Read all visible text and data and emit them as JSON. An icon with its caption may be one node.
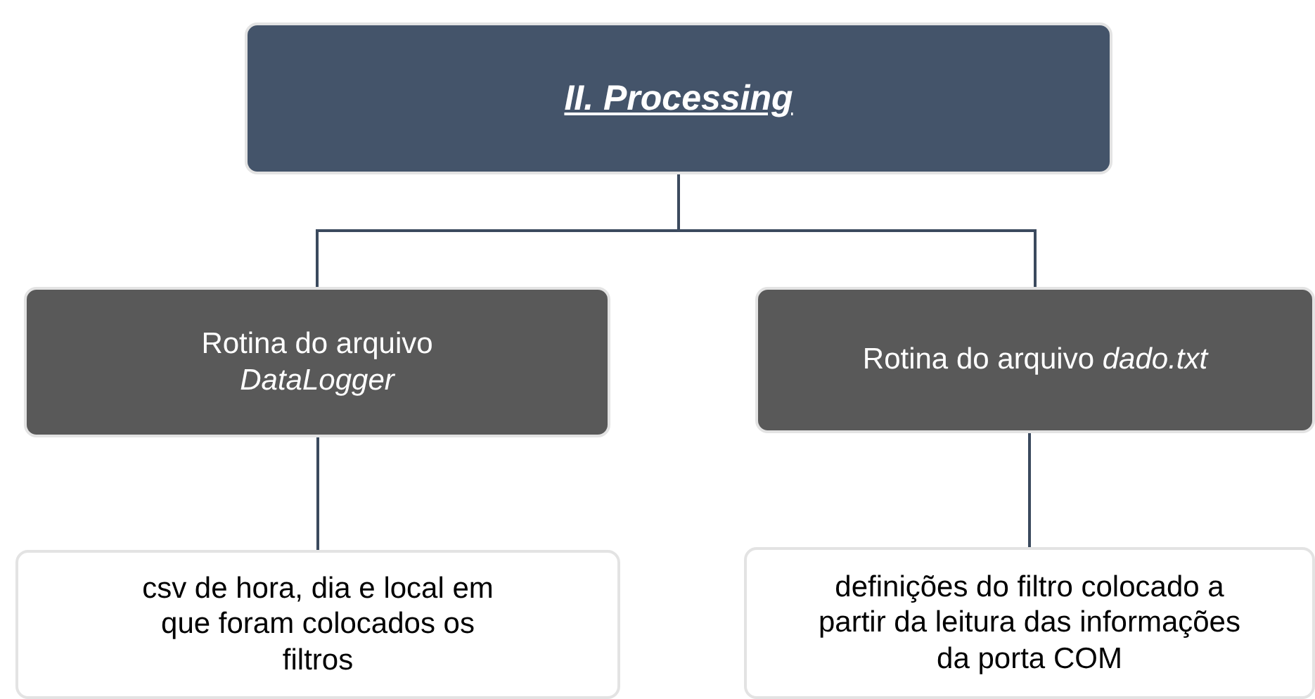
{
  "diagram": {
    "nodes": [
      {
        "text": [
          "II. Processing"
        ]
      },
      {
        "text": [
          "Rotina do arquivo *DataLogger*"
        ]
      },
      {
        "text": [
          "Rotina do arquivo *dado.txt*"
        ]
      },
      {
        "text": [
          "csv de hora, dia e local em que foram colocados os filtros"
        ]
      },
      {
        "text": [
          "definições do filtro colocado a partir da leitura das informações da porta COM"
        ]
      }
    ],
    "edges": [
      {
        "from": 0,
        "to": 1,
        "arrow": "none"
      },
      {
        "from": 0,
        "to": 2,
        "arrow": "none"
      },
      {
        "from": 1,
        "to": 3,
        "arrow": "none"
      },
      {
        "from": 2,
        "to": 4,
        "arrow": "none"
      }
    ]
  }
}
